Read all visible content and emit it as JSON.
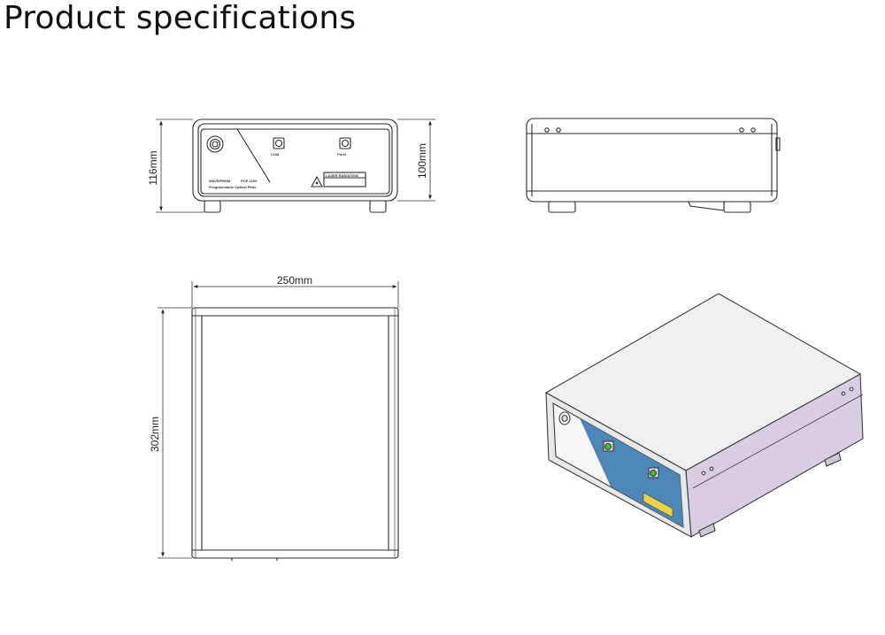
{
  "page": {
    "title": "Product specifications"
  },
  "dimensions": {
    "front_height": "116mm",
    "side_height": "100mm",
    "top_width": "250mm",
    "top_depth": "302mm"
  },
  "front_panel": {
    "brand_text": "WAVEPRISM",
    "model_text": "POP-1100",
    "subtitle_text": "Programmable Optical Filter",
    "port_in_label": "COM",
    "port_out_label": "Port1",
    "warning_label": "LASER RADIATION"
  },
  "colors": {
    "line": "#2a2a2a",
    "panel_blue": "#4f86b8",
    "side_lavender": "#d9cde3",
    "connector_green": "#3bbf3b",
    "housing_gray": "#eef0f2"
  }
}
